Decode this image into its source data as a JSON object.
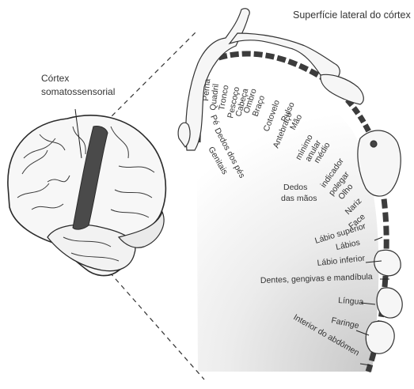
{
  "header": {
    "title": "Superfície lateral do córtex"
  },
  "brain": {
    "label_line1": "Córtex",
    "label_line2": "somatossensorial"
  },
  "body_parts": {
    "genitais": "Genitais",
    "pe": "Pé",
    "dedos_pes": "Dedos dos pés",
    "perna": "Perna",
    "quadril": "Quadril",
    "tronco": "Tronco",
    "pescoco": "Pescoço",
    "cabeca": "Cabeça",
    "ombro": "Ombro",
    "braco": "Braço",
    "cotovelo": "Cotovelo",
    "antebraco": "Antebraço",
    "pulso": "Pulso",
    "mao": "Mão",
    "minimo": "mínimo",
    "anular": "anular",
    "medio": "médio",
    "indicador": "indicador",
    "polegar": "polegar",
    "dedos_maos_1": "Dedos",
    "dedos_maos_2": "das mãos",
    "olho": "Olho",
    "nariz": "Nariz",
    "face": "Face",
    "labio_superior": "Lábio superior",
    "labios": "Lábios",
    "labio_inferior": "Lábio inferior",
    "dentes": "Dentes, gengivas e mandíbula",
    "lingua": "Língua",
    "faringe": "Faringe",
    "interior_abdomen": "Interior do abdômen"
  },
  "colors": {
    "cortex_strip": "#4a4a4a",
    "brain_outline": "#2a2a2a",
    "gradient_shadow": "#dcdcdc",
    "homunculus_stroke": "#333333"
  }
}
